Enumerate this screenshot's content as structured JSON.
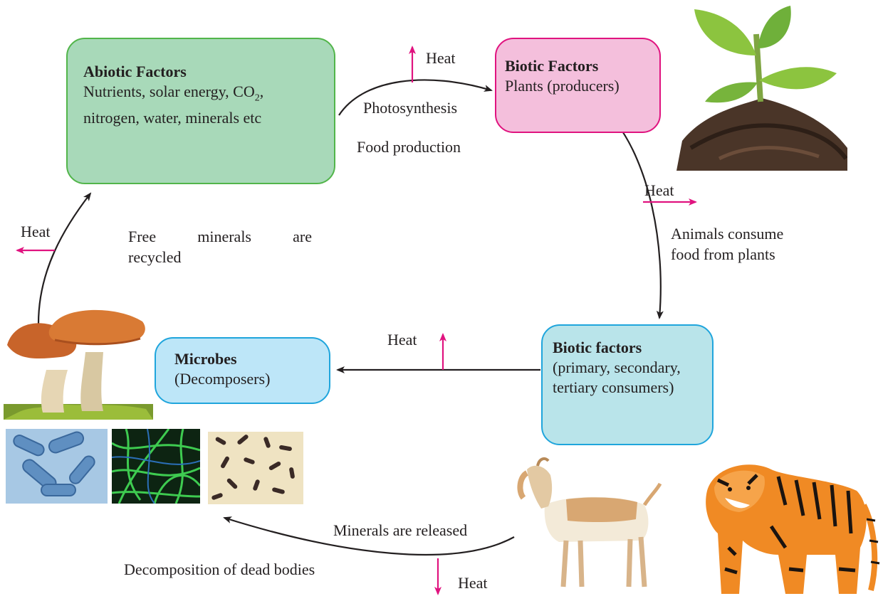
{
  "boxes": {
    "abiotic": {
      "title": "Abiotic Factors",
      "line1_pre": "Nutrients, solar energy, CO",
      "line1_sub": "2",
      "line1_post": ",",
      "line2": "nitrogen, water, minerals etc"
    },
    "plants": {
      "title": "Biotic Factors",
      "text": "Plants (producers)"
    },
    "consumers": {
      "title": "Biotic factors",
      "text": "(primary, secondary, tertiary consumers)"
    },
    "microbes": {
      "title": "Microbes",
      "text": "(Decomposers)"
    }
  },
  "labels": {
    "photosynthesis": "Photosynthesis",
    "food_production": "Food production",
    "animals_consume_1": "Animals consume",
    "animals_consume_2": "food from plants",
    "free_minerals_1a": "Free",
    "free_minerals_1b": "minerals",
    "free_minerals_1c": "are",
    "free_minerals_2": "recycled",
    "minerals_released": "Minerals are released",
    "decomposition": "Decomposition of dead bodies"
  },
  "heat_labels": {
    "top": "Heat",
    "right": "Heat",
    "left": "Heat",
    "middle": "Heat",
    "bottom": "Heat"
  },
  "colors": {
    "heat_arrow": "#e0137f",
    "flow_arrow": "#231f20"
  },
  "images": [
    "seedling-in-soil",
    "mushrooms",
    "bacteria-micrograph-blue",
    "fungal-hyphae-green",
    "rod-bacteria-stain",
    "goat",
    "tiger"
  ]
}
